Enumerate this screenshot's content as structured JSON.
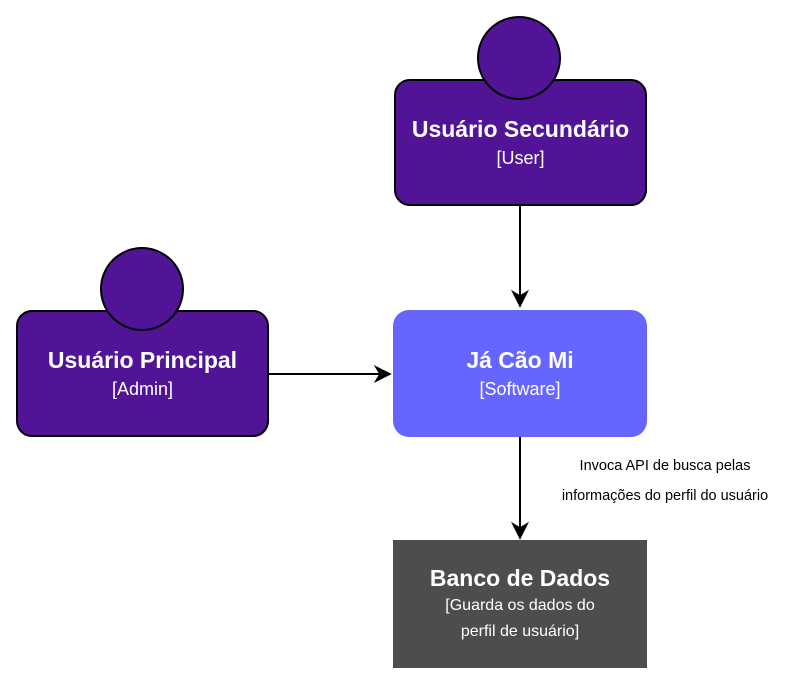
{
  "nodes": {
    "secondary_user": {
      "title": "Usuário Secundário",
      "tag": "[User]"
    },
    "primary_user": {
      "title": "Usuário Principal",
      "tag": "[Admin]"
    },
    "software": {
      "title": "Já Cão Mi",
      "tag": "[Software]"
    },
    "database": {
      "title": "Banco de Dados",
      "tag_line1": "[Guarda os dados do",
      "tag_line2": "perfil de usuário]"
    }
  },
  "edges": {
    "software_to_database_label_line1": "Invoca API de busca pelas",
    "software_to_database_label_line2": "informações do perfil do usuário"
  },
  "colors": {
    "person": "#521496",
    "software": "#6666ff",
    "database": "#4d4d4d",
    "stroke": "#000000"
  }
}
